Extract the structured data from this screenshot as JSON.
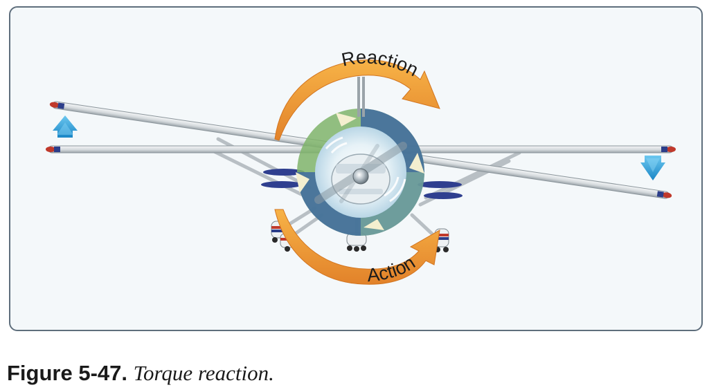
{
  "diagram": {
    "arrows": [
      {
        "id": "reaction",
        "label": "Reaction"
      },
      {
        "id": "action",
        "label": "Action"
      }
    ],
    "colors": {
      "arrow_orange": "#ef9a2e",
      "lift_arrow_blue": "#2fa0d8",
      "propeller_green": "#6aa84f",
      "propeller_blue": "#3e6aa0",
      "wing": "#dde1e4",
      "panel_border": "#5e6e7c"
    },
    "icons": {
      "left_wing_indicator": "up-arrow-icon",
      "right_wing_indicator": "down-arrow-icon"
    }
  },
  "caption": {
    "label": "Figure 5-47.",
    "title": "Torque reaction."
  }
}
